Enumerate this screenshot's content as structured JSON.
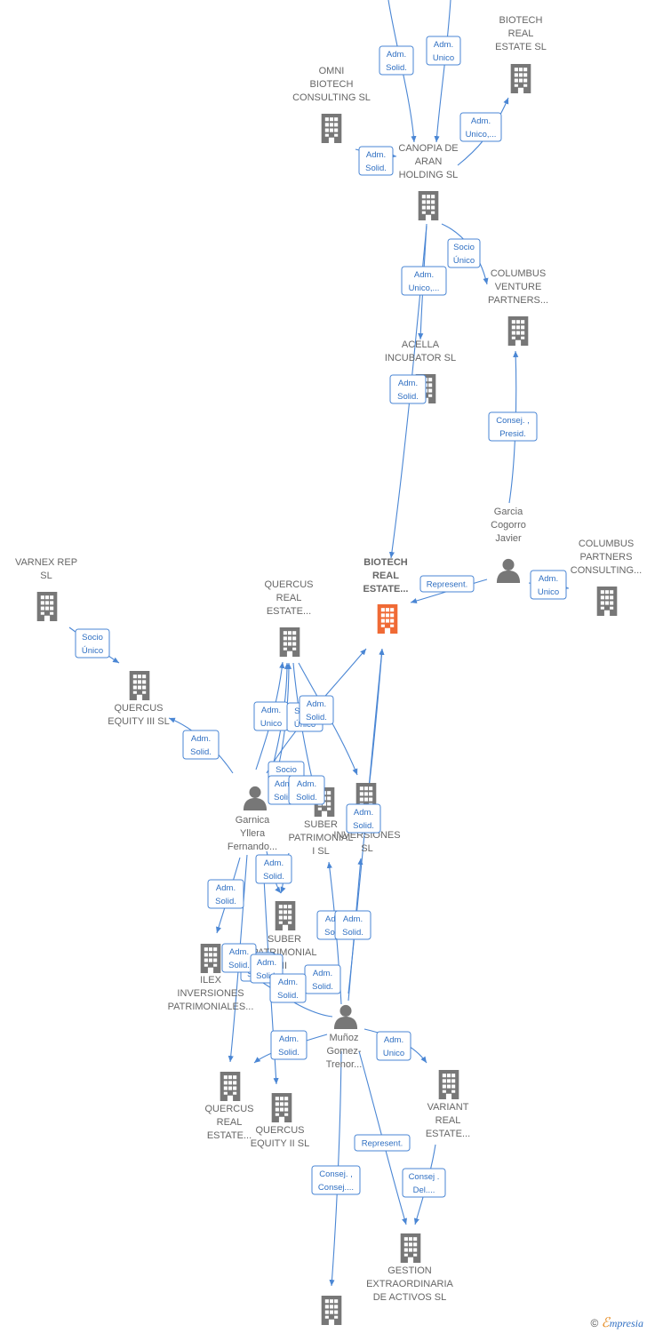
{
  "nodes": [
    {
      "id": "biotech_top",
      "type": "company",
      "lines": [
        "BIOTECH",
        "REAL",
        "ESTATE  SL"
      ]
    },
    {
      "id": "omni",
      "type": "company",
      "lines": [
        "OMNI",
        "BIOTECH",
        "CONSULTING SL"
      ]
    },
    {
      "id": "canopia",
      "type": "company",
      "lines": [
        "CANOPIA DE",
        "ARAN",
        "HOLDING  SL"
      ]
    },
    {
      "id": "columbus_vp",
      "type": "company",
      "lines": [
        "COLUMBUS",
        "VENTURE",
        "PARTNERS..."
      ]
    },
    {
      "id": "acella",
      "type": "company",
      "lines": [
        "ACELLA",
        "INCUBATOR  SL"
      ]
    },
    {
      "id": "garcia",
      "type": "person",
      "lines": [
        "Garcia",
        "Cogorro",
        "Javier"
      ]
    },
    {
      "id": "columbus_pc",
      "type": "company",
      "lines": [
        "COLUMBUS",
        "PARTNERS",
        "CONSULTING..."
      ]
    },
    {
      "id": "biotech_main",
      "type": "main",
      "lines": [
        "BIOTECH",
        "REAL",
        "ESTATE..."
      ]
    },
    {
      "id": "varnex",
      "type": "company",
      "lines": [
        "VARNEX REP",
        "SL"
      ]
    },
    {
      "id": "quercus_re1",
      "type": "company",
      "lines": [
        "QUERCUS",
        "REAL",
        "ESTATE..."
      ]
    },
    {
      "id": "quercus_eq3",
      "type": "company",
      "lines": [
        "QUERCUS",
        "EQUITY III  SL"
      ]
    },
    {
      "id": "garnica",
      "type": "person",
      "lines": [
        "Garnica",
        "Yllera",
        "Fernando..."
      ]
    },
    {
      "id": "suber1",
      "type": "company",
      "lines": [
        "SUBER",
        "PATRIMONIAL",
        "I  SL"
      ]
    },
    {
      "id": "inversiones",
      "type": "company",
      "lines": [
        "INVERSIONES",
        "SL"
      ]
    },
    {
      "id": "suber2",
      "type": "company",
      "lines": [
        "SUBER",
        "PATRIMONIAL",
        "II"
      ]
    },
    {
      "id": "ilex",
      "type": "company",
      "lines": [
        "ILEX",
        "INVERSIONES",
        "PATRIMONIALES..."
      ]
    },
    {
      "id": "munoz",
      "type": "person",
      "lines": [
        "Muñoz",
        "Gomez-",
        "Trenor..."
      ]
    },
    {
      "id": "quercus_re2",
      "type": "company",
      "lines": [
        "QUERCUS",
        "REAL",
        "ESTATE..."
      ]
    },
    {
      "id": "quercus_eq2",
      "type": "company",
      "lines": [
        "QUERCUS",
        "EQUITY II  SL"
      ]
    },
    {
      "id": "variant",
      "type": "company",
      "lines": [
        "VARIANT",
        "REAL",
        "ESTATE..."
      ]
    },
    {
      "id": "gestion",
      "type": "company",
      "lines": [
        "GESTION",
        "EXTRAORDINARIA",
        "DE ACTIVOS SL"
      ]
    },
    {
      "id": "bottom_co",
      "type": "company",
      "lines": []
    }
  ],
  "edges": [
    {
      "id": "e1",
      "label": [
        "Adm.",
        "Solid."
      ]
    },
    {
      "id": "e2",
      "label": [
        "Adm.",
        "Unico"
      ]
    },
    {
      "id": "e3",
      "label": [
        "Adm.",
        "Unico,..."
      ]
    },
    {
      "id": "e4",
      "label": [
        "Adm.",
        "Solid."
      ]
    },
    {
      "id": "e5",
      "label": [
        "Socio",
        "Único"
      ]
    },
    {
      "id": "e6",
      "label": [
        "Adm.",
        "Unico,..."
      ]
    },
    {
      "id": "e7",
      "label": [
        "Adm.",
        "Solid."
      ]
    },
    {
      "id": "e8",
      "label": [
        "Consej. ,",
        "Presid."
      ]
    },
    {
      "id": "e9",
      "label": [
        "Represent."
      ]
    },
    {
      "id": "e10",
      "label": [
        "Adm.",
        "Unico"
      ]
    },
    {
      "id": "e11",
      "label": [
        "Socio",
        "Único"
      ]
    },
    {
      "id": "e12",
      "label": [
        "Adm.",
        "Solid."
      ]
    },
    {
      "id": "e13",
      "label": [
        "Adm.",
        "Unico"
      ]
    },
    {
      "id": "e14",
      "label": [
        "Socio",
        "Único"
      ]
    },
    {
      "id": "e15",
      "label": [
        "Adm.",
        "Solid."
      ]
    },
    {
      "id": "e16",
      "label": [
        "Socio",
        "Único"
      ]
    },
    {
      "id": "e17",
      "label": [
        "Adm.",
        "Solid."
      ]
    },
    {
      "id": "e18",
      "label": [
        "Adm.",
        "Solid."
      ]
    },
    {
      "id": "e19",
      "label": [
        "Adm.",
        "Solid."
      ]
    },
    {
      "id": "e20",
      "label": [
        "Adm.",
        "Solid."
      ]
    },
    {
      "id": "e21",
      "label": [
        "Adm.",
        "Solid."
      ]
    },
    {
      "id": "e22",
      "label": [
        "Adm.",
        "Solid."
      ]
    },
    {
      "id": "e23",
      "label": [
        "Adm.",
        "Solid."
      ]
    },
    {
      "id": "e24",
      "label": [
        "Adm.",
        "Solid."
      ]
    },
    {
      "id": "e25",
      "label": [
        "Adm.",
        "Solid."
      ]
    },
    {
      "id": "e26",
      "label": [
        "Adm.",
        "Solid."
      ]
    },
    {
      "id": "e27",
      "label": [
        "Adm.",
        "Solid."
      ]
    },
    {
      "id": "e28",
      "label": [
        "Adm.",
        "Solid."
      ]
    },
    {
      "id": "e29",
      "label": [
        "Adm.",
        "Unico"
      ]
    },
    {
      "id": "e30",
      "label": [
        "Adm.",
        "Solid."
      ]
    },
    {
      "id": "e31",
      "label": [
        "Represent."
      ]
    },
    {
      "id": "e32",
      "label": [
        "Consej. ,",
        "Consej...."
      ]
    },
    {
      "id": "e33",
      "label": [
        "Consej .",
        "Del...."
      ]
    }
  ],
  "brand": {
    "symbol": "©",
    "e": "ℰ",
    "rest": "mpresia"
  },
  "colors": {
    "edge": "#4a86d4",
    "node": "#777777",
    "main": "#f06a35",
    "text": "#666666"
  }
}
